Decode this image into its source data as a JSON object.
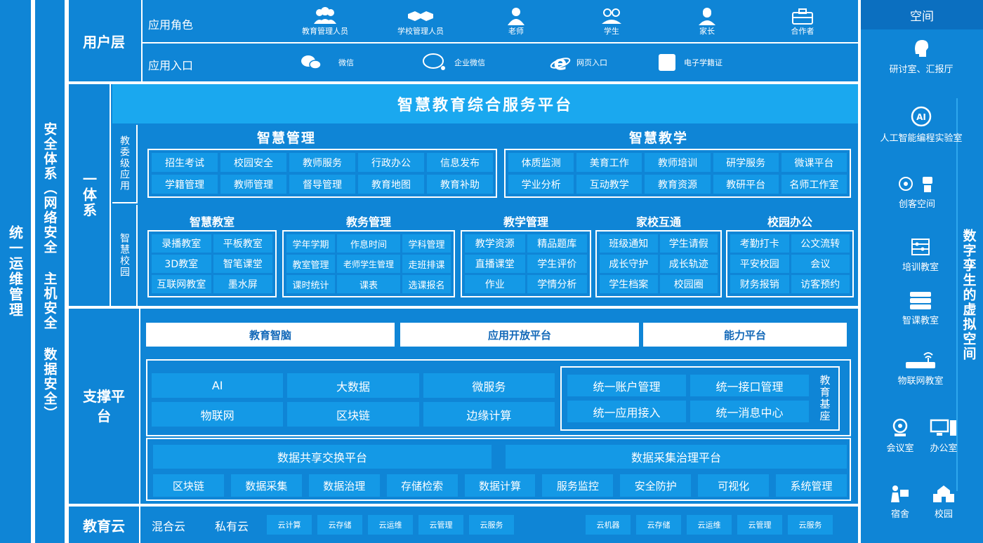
{
  "left_bars": {
    "ops": "统一运维管理",
    "security": "安全体系（网络安全 主机安全 数据安全）"
  },
  "user_layer": {
    "title": "用户层",
    "roles_label": "应用角色",
    "entry_label": "应用入口",
    "roles": [
      "教育管理人员",
      "学校管理人员",
      "老师",
      "学生",
      "家长",
      "合作者"
    ],
    "entries": [
      "微信",
      "企业微信",
      "网页入口",
      "电子学籍证"
    ]
  },
  "system": {
    "title": "一体系",
    "platform_title": "智慧教育综合服务平台",
    "bureau_label": "教委级应用",
    "campus_label": "智慧校园",
    "smart_mgmt": {
      "title": "智慧管理",
      "items": [
        "招生考试",
        "校园安全",
        "教师服务",
        "行政办公",
        "信息发布",
        "学籍管理",
        "教师管理",
        "督导管理",
        "教育地图",
        "教育补助"
      ]
    },
    "smart_teach": {
      "title": "智慧教学",
      "items": [
        "体质监测",
        "美育工作",
        "教师培训",
        "研学服务",
        "微课平台",
        "学业分析",
        "互动教学",
        "教育资源",
        "教研平台",
        "名师工作室"
      ]
    },
    "classroom": {
      "title": "智慧教室",
      "items": [
        "录播教室",
        "平板教室",
        "3D教室",
        "智笔课堂",
        "互联网教室",
        "墨水屏"
      ]
    },
    "academic": {
      "title": "教务管理",
      "items": [
        "学年学期",
        "作息时间",
        "学科管理",
        "教室管理",
        "老师学生管理",
        "走班排课",
        "课时统计",
        "课表",
        "选课报名"
      ]
    },
    "teaching": {
      "title": "教学管理",
      "items": [
        "教学资源",
        "精品题库",
        "直播课堂",
        "学生评价",
        "作业",
        "学情分析"
      ]
    },
    "homeschool": {
      "title": "家校互通",
      "items": [
        "班级通知",
        "学生请假",
        "成长守护",
        "成长轨迹",
        "学生档案",
        "校园圈"
      ]
    },
    "office": {
      "title": "校园办公",
      "items": [
        "考勤打卡",
        "公文流转",
        "平安校园",
        "会议",
        "财务报销",
        "访客预约"
      ]
    }
  },
  "support": {
    "title": "支撑平台",
    "top_boxes": [
      "教育智脑",
      "应用开放平台",
      "能力平台"
    ],
    "tech": [
      "AI",
      "大数据",
      "微服务",
      "物联网",
      "区块链",
      "边缘计算"
    ],
    "edu_base_label": "教育基座",
    "edu_base": [
      "统一账户管理",
      "统一接口管理",
      "统一应用接入",
      "统一消息中心"
    ],
    "data_platforms": [
      "数据共享交换平台",
      "数据采集治理平台"
    ],
    "data_items": [
      "区块链",
      "数据采集",
      "数据治理",
      "存储检索",
      "数据计算",
      "服务监控",
      "安全防护",
      "可视化",
      "系统管理"
    ]
  },
  "cloud": {
    "title": "教育云",
    "hybrid": "混合云",
    "private": "私有云",
    "left_items": [
      "云计算",
      "云存储",
      "云运维",
      "云管理",
      "云服务"
    ],
    "right_items": [
      "云机器",
      "云存储",
      "云运维",
      "云管理",
      "云服务"
    ]
  },
  "right_panel": {
    "header": "空间",
    "vertical": "数字孪生的虚拟空间",
    "items": [
      "研讨室、汇报厅",
      "人工智能编程实验室",
      "创客空间",
      "培训教室",
      "智课教室",
      "物联网教室",
      "会议室",
      "办公室",
      "宿舍",
      "校园"
    ]
  },
  "colors": {
    "main": "#0f85d6",
    "cell": "#1499e6",
    "accent": "#1aa8ef",
    "text_dark": "#1268b8"
  }
}
